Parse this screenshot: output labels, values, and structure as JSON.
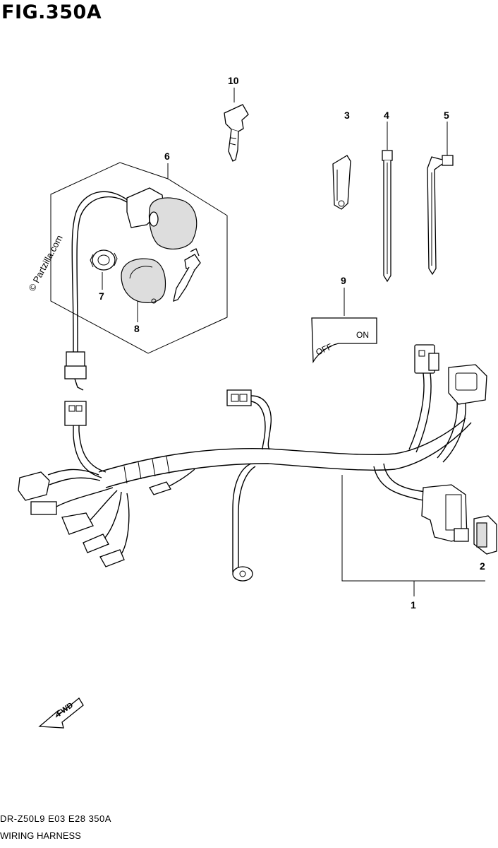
{
  "figure": {
    "title": "FIG.350A",
    "watermark": "© Partzilla.com",
    "model_code": "DR-Z50L9  E03  E28  350A",
    "section_name": "WIRING HARNESS"
  },
  "callouts": [
    "1",
    "2",
    "3",
    "4",
    "5",
    "6",
    "7",
    "8",
    "9",
    "10"
  ],
  "switch_plate": {
    "off_label": "OFF",
    "on_label": "ON"
  },
  "direction_arrow": {
    "label": "FWD"
  }
}
